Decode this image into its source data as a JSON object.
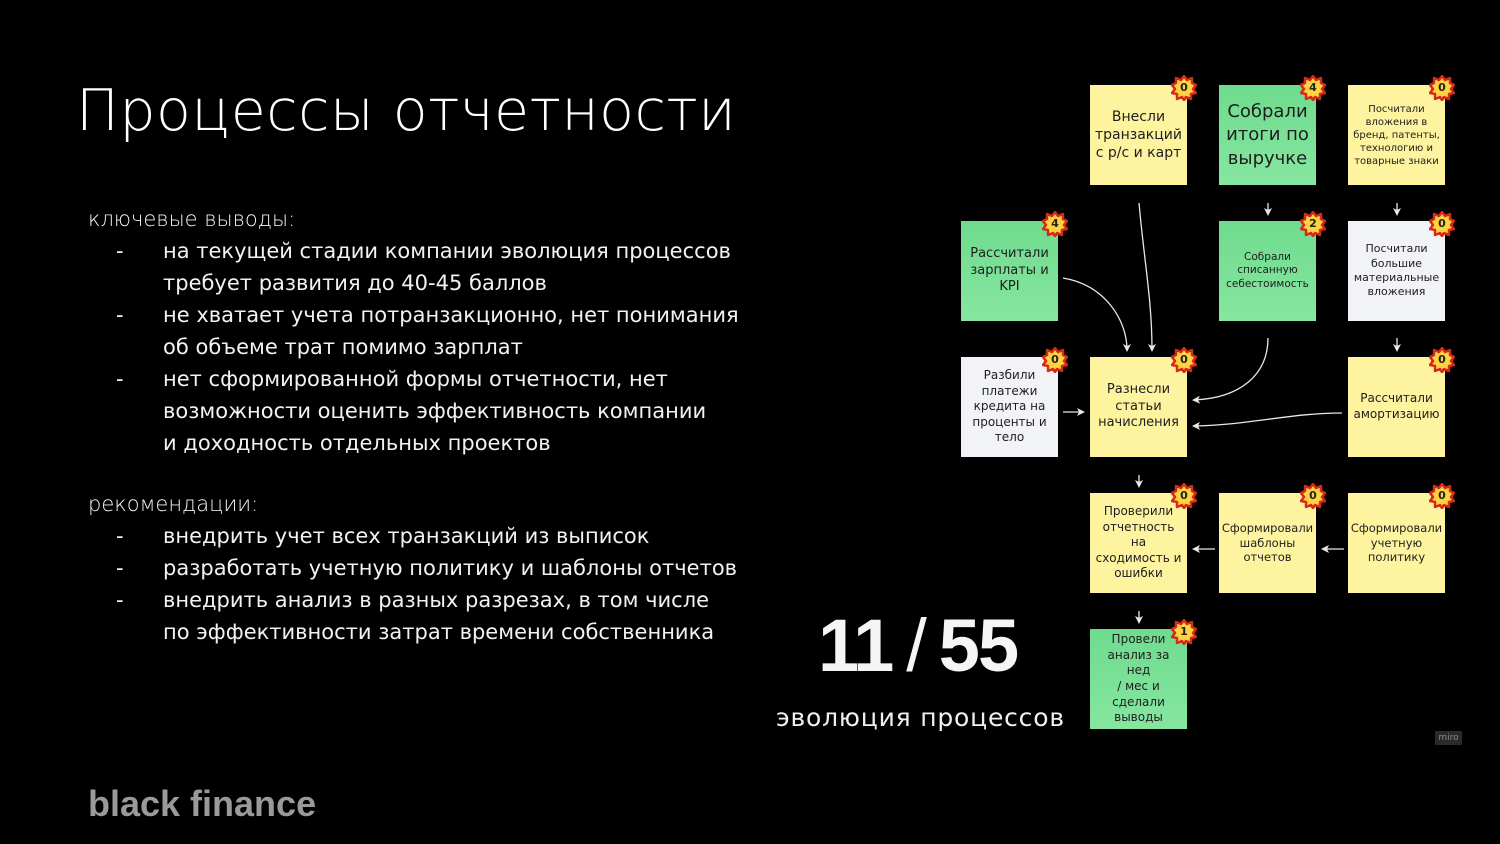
{
  "slide": {
    "title": "Процессы отчетности",
    "brand": "black finance",
    "watermark": "miro"
  },
  "findings": {
    "heading": "ключевые выводы:",
    "items": [
      {
        "bullet": "-",
        "text": "на текущей стадии компании эволюция процессов\nтребует развития до 40-45 баллов"
      },
      {
        "bullet": "-",
        "text": "не хватает учета потранзакционно, нет понимания\nоб объеме трат помимо зарплат"
      },
      {
        "bullet": "-",
        "text": "нет сформированной формы отчетности, нет\nвозможности оценить эффективность компании\nи доходность отдельных проектов"
      }
    ]
  },
  "recommendations": {
    "heading": "рекомендации:",
    "items": [
      {
        "bullet": "-",
        "text": "внедрить учет всех транзакций из выписок"
      },
      {
        "bullet": "-",
        "text": "разработать учетную политику и шаблоны отчетов"
      },
      {
        "bullet": "-",
        "text": "внедрить анализ в разных разрезах, в том числе\nпо эффективности затрат времени собственника"
      }
    ]
  },
  "score": {
    "current": "11",
    "separator": "/",
    "max": "55",
    "label": "эволюция процессов"
  },
  "colors": {
    "yellow": "#fef39e",
    "green": "#78e096",
    "white": "#f2f3f6",
    "badge_fill": "#ffd23f",
    "badge_border": "#d42a1a"
  },
  "diagram": {
    "notes": [
      {
        "id": "n1",
        "label": "Внесли\nтранзакций\nс р/с и карт",
        "color": "yellow",
        "score": "0",
        "font": 14
      },
      {
        "id": "n2",
        "label": "Собрали\nитоги по\nвыручке",
        "color": "green",
        "score": "4",
        "font": 18
      },
      {
        "id": "n3",
        "label": "Посчитали\nвложения в\nбренд, патенты,\nтехнологию и\nтоварные знаки",
        "color": "yellow",
        "score": "0",
        "font": 10
      },
      {
        "id": "n4",
        "label": "Рассчитали\nзарплаты и\nKPI",
        "color": "green",
        "score": "4",
        "font": 13
      },
      {
        "id": "n5",
        "label": "Собрали\nсписанную\nсебестоимость",
        "color": "green",
        "score": "2",
        "font": 10.5
      },
      {
        "id": "n6",
        "label": "Посчитали\nбольшие\nматериальные\nвложения",
        "color": "white",
        "score": "0",
        "font": 11
      },
      {
        "id": "n7",
        "label": "Разбили\nплатежи\nкредита на\nпроценты и\nтело",
        "color": "white",
        "score": "0",
        "font": 12
      },
      {
        "id": "n8",
        "label": "Разнесли\nстатьи\nначисления",
        "color": "yellow",
        "score": "0",
        "font": 13
      },
      {
        "id": "n9",
        "label": "Рассчитали\nамортизацию",
        "color": "yellow",
        "score": "0",
        "font": 12
      },
      {
        "id": "n10",
        "label": "Проверили\nотчетность\nна\nсходимость и\nошибки",
        "color": "yellow",
        "score": "0",
        "font": 12
      },
      {
        "id": "n11",
        "label": "Сформировали\nшаблоны\nотчетов",
        "color": "yellow",
        "score": "0",
        "font": 11.5
      },
      {
        "id": "n12",
        "label": "Сформировали\nучетную\nполитику",
        "color": "yellow",
        "score": "0",
        "font": 11.5
      },
      {
        "id": "n13",
        "label": "Провели\nанализ за нед\n/ мес и\nсделали\nвыводы",
        "color": "green",
        "score": "1",
        "font": 12
      }
    ]
  }
}
